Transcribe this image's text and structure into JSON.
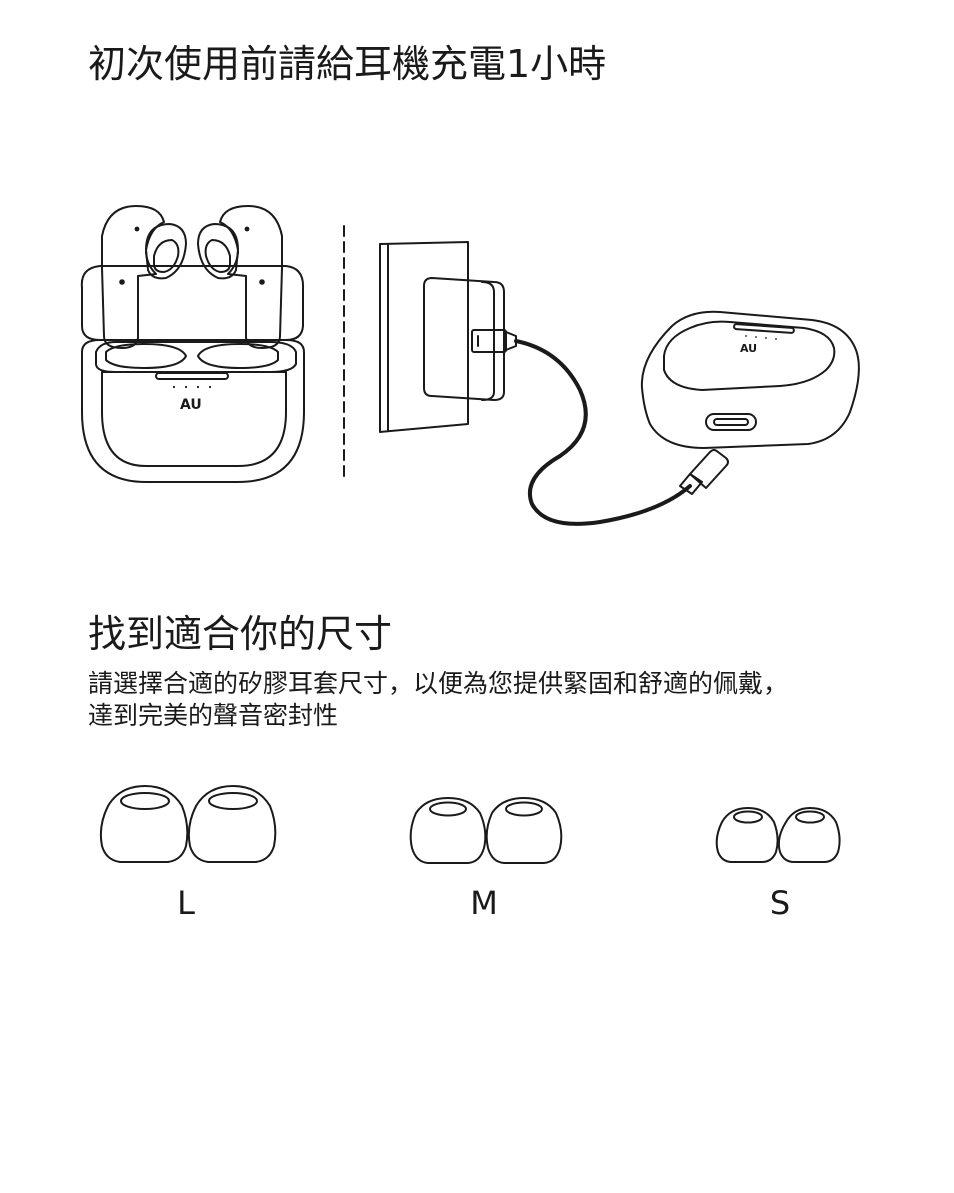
{
  "sections": {
    "charge": {
      "title": "初次使用前請給耳機充電1小時"
    },
    "fit": {
      "title": "找到適合你的尺寸",
      "body_line1": "請選擇合適的矽膠耳套尺寸，以便為您提供緊固和舒適的佩戴，",
      "body_line2": "達到完美的聲音密封性"
    }
  },
  "illustration": {
    "brand_mark": "AU",
    "icons": [
      "earbuds-open-case-icon",
      "wall-adapter-icon",
      "usb-c-cable-icon",
      "closed-charging-case-icon"
    ],
    "line_color": "#1a1a1a"
  },
  "ear_tips": {
    "labels": [
      "L",
      "M",
      "S"
    ]
  }
}
